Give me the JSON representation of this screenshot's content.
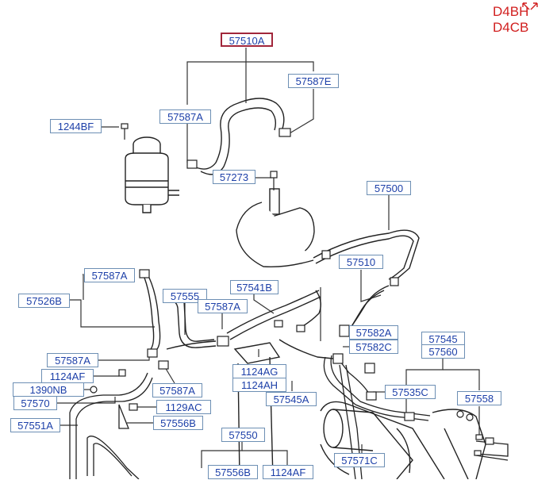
{
  "engine_codes": {
    "line1": "D4BH",
    "line2": "D4CB"
  },
  "icons": {
    "corner": "expand-arrows-icon"
  },
  "colors": {
    "label_text": "#1c3fa8",
    "label_border": "#6d8fb4",
    "highlight_border": "#a1263b",
    "engine_code": "#d11f1f",
    "line": "#333333"
  },
  "labels": {
    "p57510A": "57510A",
    "p57587E": "57587E",
    "p57587A_top": "57587A",
    "p1244BF": "1244BF",
    "p57273": "57273",
    "p57500": "57500",
    "p57510": "57510",
    "p57587A_mid": "57587A",
    "p57526B": "57526B",
    "p57555": "57555",
    "p57541B": "57541B",
    "p57587A_c": "57587A",
    "p57582A": "57582A",
    "p57582C": "57582C",
    "p57545": "57545",
    "p57560": "57560",
    "p57587A_l": "57587A",
    "p1124AF_l": "1124AF",
    "p1390NB": "1390NB",
    "p57570": "57570",
    "p57587A_b": "57587A",
    "p1129AC": "1129AC",
    "p57551A": "57551A",
    "p57556B_l": "57556B",
    "p1124AG": "1124AG",
    "p1124AH": "1124AH",
    "p57545A": "57545A",
    "p57535C": "57535C",
    "p57558": "57558",
    "p57550": "57550",
    "p57556B_b": "57556B",
    "p1124AF_b": "1124AF",
    "p57571C": "57571C"
  }
}
